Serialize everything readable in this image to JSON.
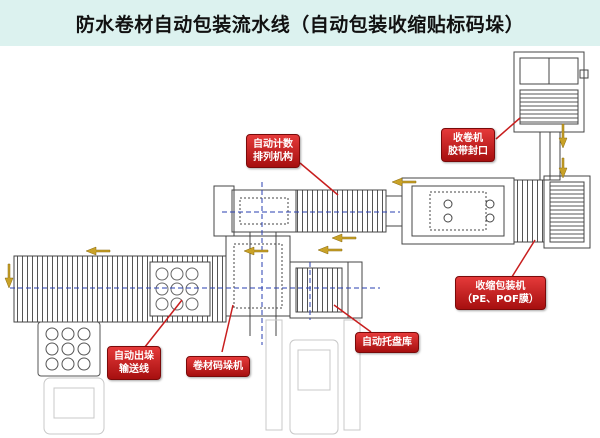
{
  "title": "防水卷材自动包装流水线（自动包装收缩贴标码垛）",
  "callouts": {
    "counting": {
      "line1": "自动计数",
      "line2": "排列机构"
    },
    "shrink_tape": {
      "line1": "收卷机",
      "line2": "胶带封口"
    },
    "shrink_wrap": {
      "line1": "收缩包装机",
      "line2": "（PE、POF膜）"
    },
    "pallet": {
      "line1": "自动托盘库"
    },
    "stacker": {
      "line1": "卷材码垛机"
    },
    "outfeed": {
      "line1": "自动出垛",
      "line2": "输送线"
    }
  },
  "colors": {
    "callout": "#c81e1e",
    "title_bg": "#dcf2ef",
    "flow_arrow": "#c9a227",
    "axis_line": "#2a3fb0"
  }
}
